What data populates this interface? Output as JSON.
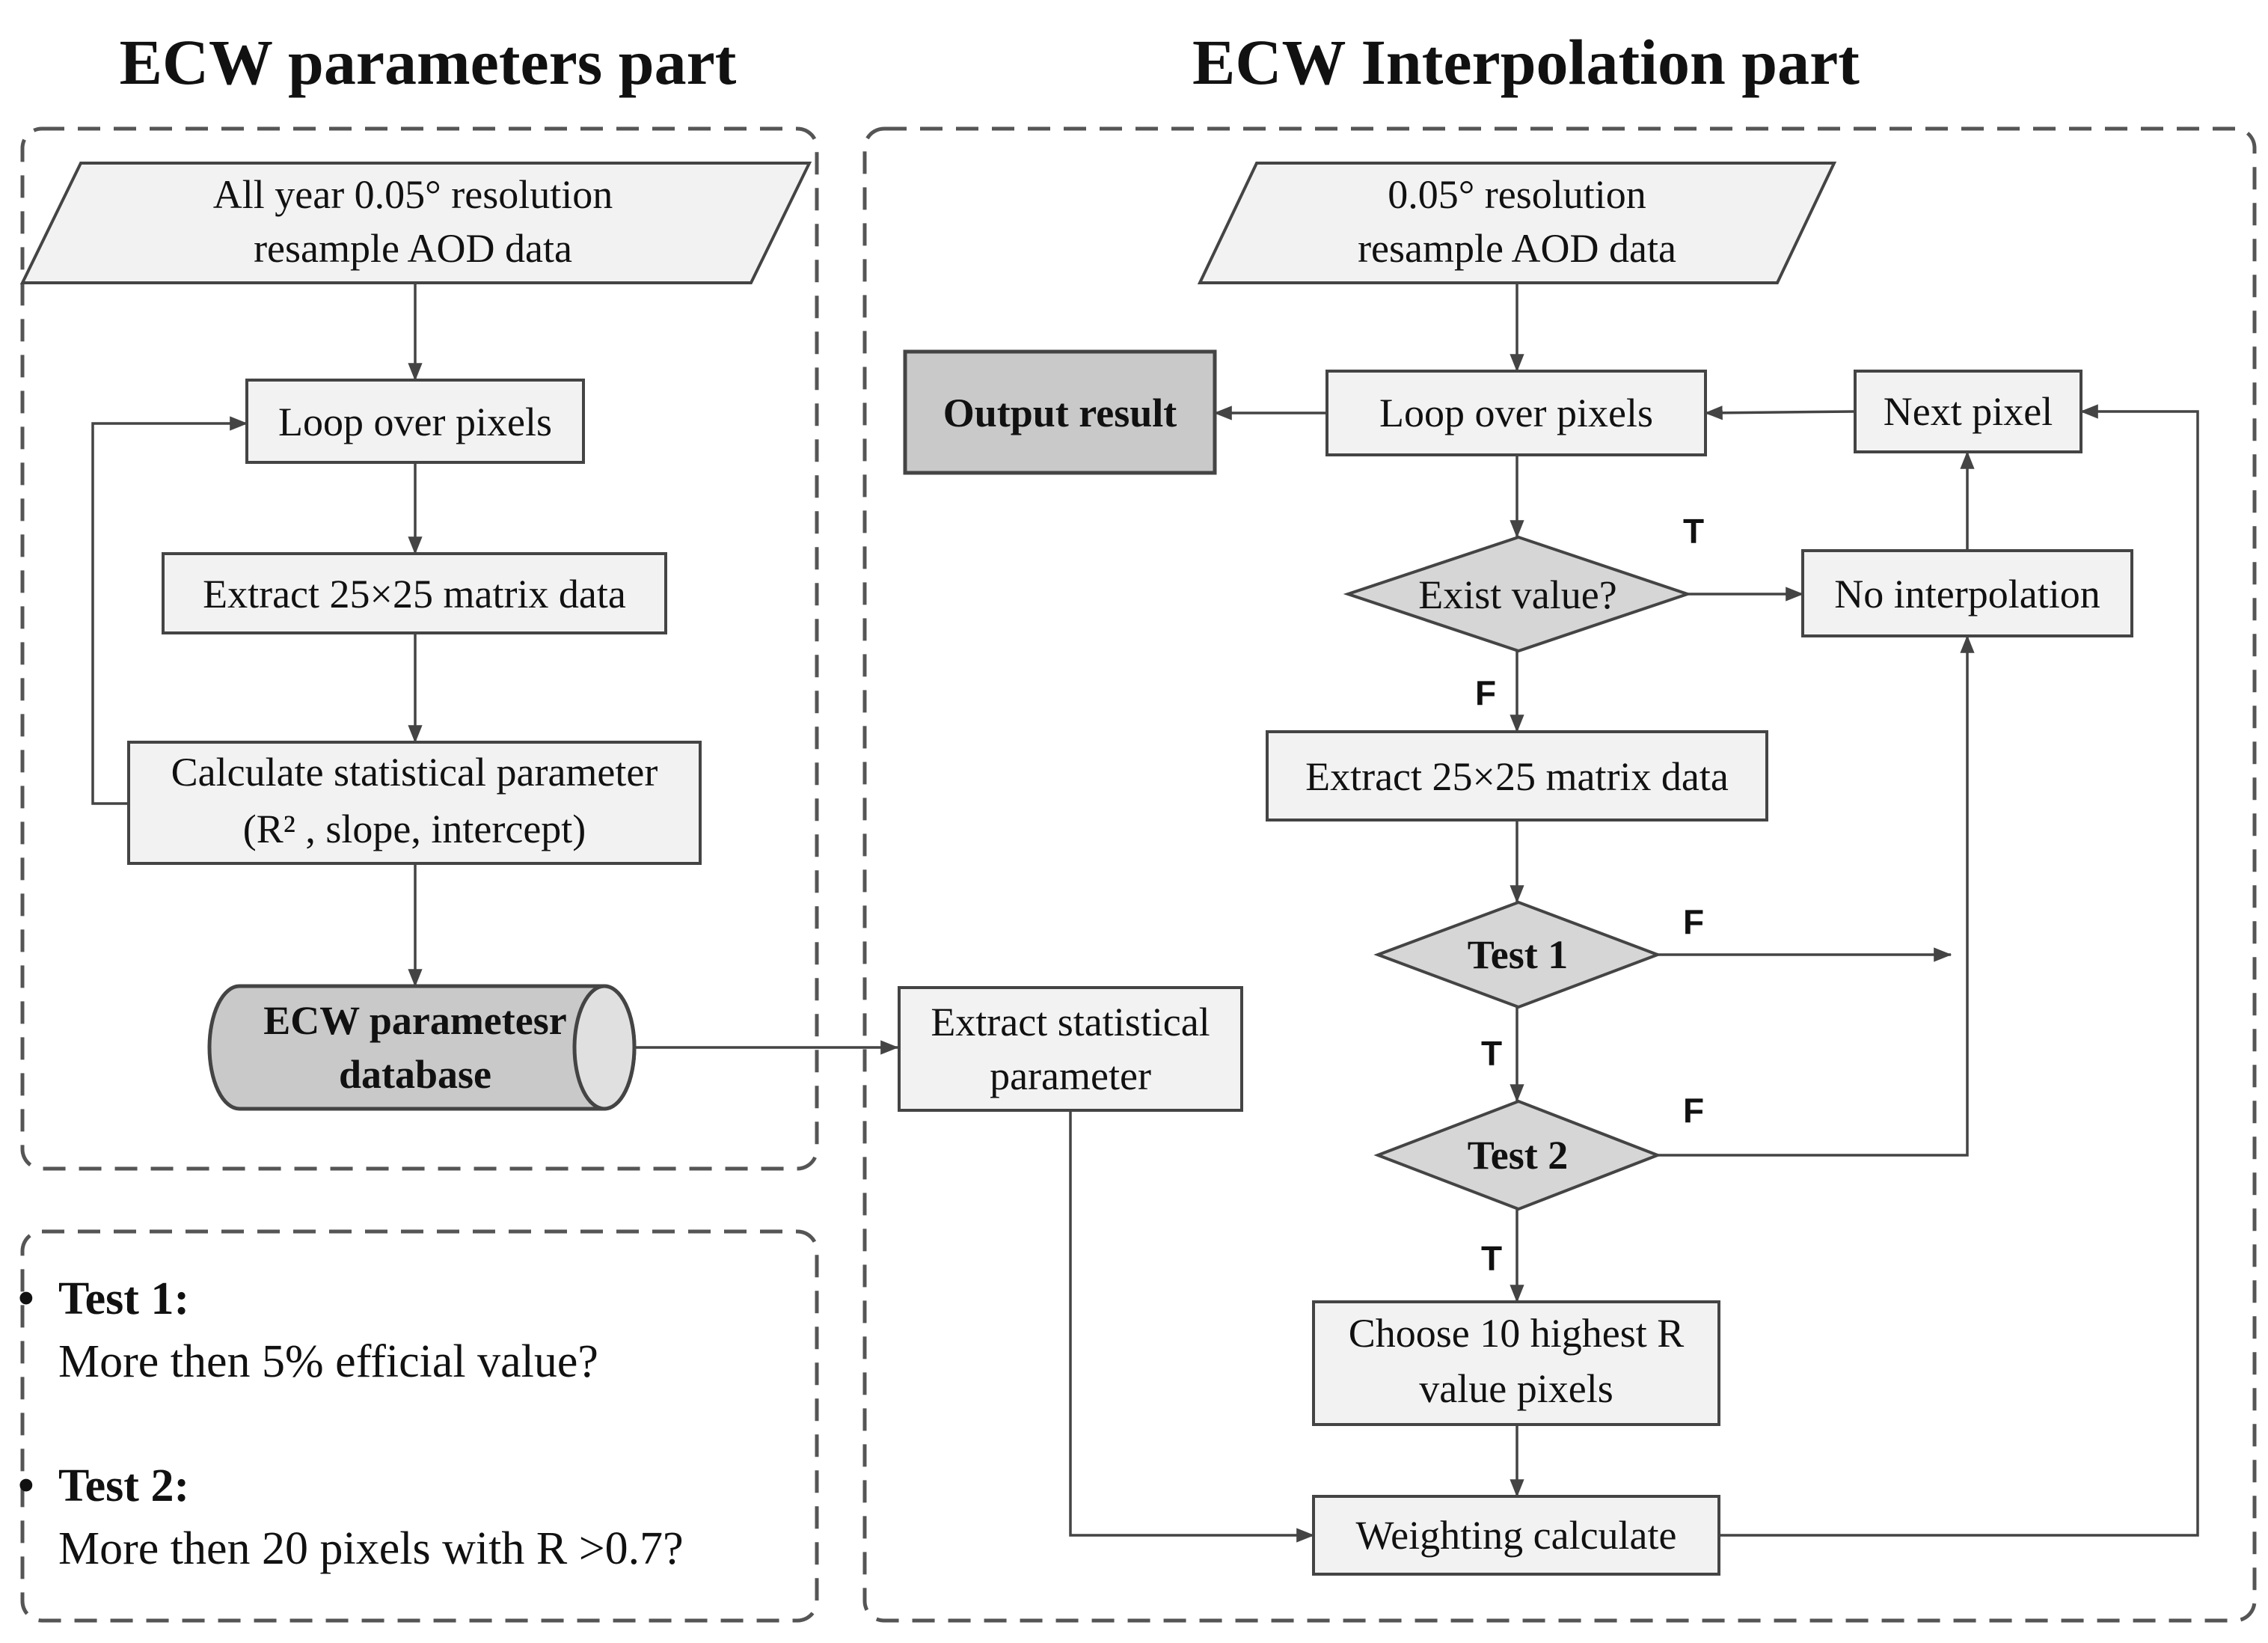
{
  "titles": {
    "left": "ECW parameters part",
    "right": "ECW Interpolation part"
  },
  "left": {
    "input_l1": "All year 0.05° resolution",
    "input_l2": "resample AOD data",
    "loop": "Loop over  pixels",
    "extract": "Extract 25×25 matrix data",
    "calc_l1": "Calculate statistical parameter",
    "calc_l2": "(R² , slope, intercept)",
    "db_l1": "ECW parametesr",
    "db_l2": "database"
  },
  "right": {
    "input_l1": "0.05° resolution",
    "input_l2": "resample AOD data",
    "output": "Output result",
    "loop": "Loop over  pixels",
    "next": "Next pixel",
    "exist": "Exist value?",
    "nointerp": "No interpolation",
    "extract": "Extract 25×25 matrix data",
    "test1": "Test 1",
    "test2": "Test 2",
    "stat_l1": "Extract statistical",
    "stat_l2": "parameter",
    "choose_l1": "Choose 10 highest R",
    "choose_l2": "value pixels",
    "weight": "Weighting calculate"
  },
  "flags": {
    "exist_true": "T",
    "exist_false": "F",
    "test1_false": "F",
    "test1_true": "T",
    "test2_false": "F",
    "test2_true": "T"
  },
  "legend": {
    "bullet": "•",
    "test1_title": "Test 1:",
    "test1_desc": "More then 5% efficial value?",
    "test2_title": "Test 2:",
    "test2_desc": "More then 20 pixels with R >0.7?"
  }
}
